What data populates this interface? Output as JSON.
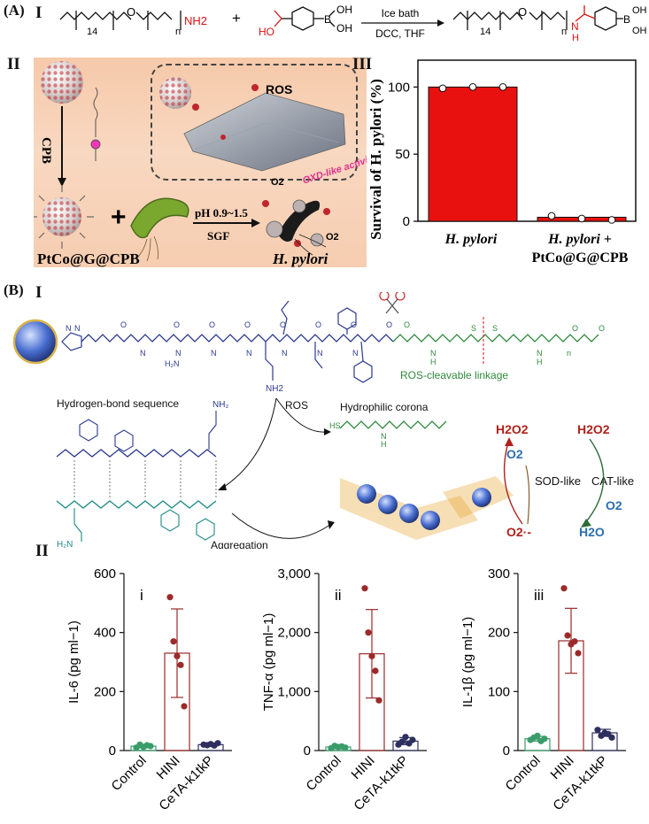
{
  "panelA": {
    "label": "(A)",
    "row1_roman": "I",
    "row2_roman_left": "II",
    "row2_roman_right": "III",
    "reaction": {
      "reactant1_sub14": "14",
      "reactant1_subn": "n",
      "reactant1_group": "NH2",
      "reactant2_ho": "HO",
      "reactant2_oh": "OH",
      "reactant2_b": "B",
      "reactant2_bottom_oh": "OH",
      "plus": "+",
      "conditions_top": "Ice bath",
      "conditions_bottom": "DCC, THF",
      "product_sub14": "14",
      "product_subn": "n",
      "product_n": "N",
      "product_h": "H",
      "product_b": "B",
      "product_oh1": "OH",
      "product_oh2": "OH"
    },
    "schematic": {
      "cpb": "CPB",
      "ros": "ROS",
      "ph": "pH 0.9~1.5",
      "sgf": "SGF",
      "oxd": "OXD-like activity",
      "o2a": "O2",
      "o2b": "O2",
      "product": "PtCo@G@CPB",
      "bacterium": "H. pylori",
      "plus": "+"
    },
    "survival_chart": {
      "ylabel": "Survival of H. pylori (%)",
      "yticks": [
        "0",
        "50",
        "100"
      ],
      "cat1": "H. pylori",
      "cat2_line1": "H. pylori +",
      "cat2_line2": "PtCo@G@CPB"
    }
  },
  "panelB": {
    "label": "(B)",
    "roman1": "I",
    "roman2": "II",
    "labels": {
      "hbond": "Hydrogen-bond sequence",
      "ros": "ROS",
      "corona": "Hydrophilic corona",
      "cleavable": "ROS-cleavable linkage",
      "aggregation": "Aggregation",
      "nh2": "NH2",
      "sod": "SOD-like",
      "cat": "CAT-like",
      "h2o2_left": "H2O2",
      "h2o2_right": "H2O2",
      "o2_left": "O2",
      "o2_right": "O2",
      "o2_radical": "O2·-",
      "h2o": "H2O"
    }
  },
  "colors": {
    "red_bar": "#e8110f",
    "control_green": "#3a9c6a",
    "hini_red": "#9b2a2a",
    "ceta_navy": "#2e2f5e",
    "peptide_blue": "#2b3a8c",
    "peptide_teal": "#1d8a86",
    "peg_green": "#2f8a3b",
    "sod_red": "#b0221d",
    "cat_blue": "#2a6fb0"
  },
  "chart_data": [
    {
      "type": "bar",
      "title": "",
      "ylabel": "Survival of H. pylori (%)",
      "categories": [
        "H. pylori",
        "H. pylori + PtCo@G@CPB"
      ],
      "values": [
        100,
        3
      ],
      "points": [
        [
          99,
          100,
          100
        ],
        [
          4,
          2,
          1
        ]
      ],
      "ylim": [
        0,
        120
      ]
    },
    {
      "type": "bar",
      "title": "i",
      "ylabel": "IL-6 (pg ml−1)",
      "categories": [
        "Control",
        "HINI",
        "CeTA-k1tkP"
      ],
      "values": [
        15,
        330,
        20
      ],
      "errors": [
        6,
        150,
        5
      ],
      "points": [
        [
          10,
          20,
          12,
          18,
          15
        ],
        [
          520,
          370,
          320,
          290,
          150
        ],
        [
          20,
          18,
          22,
          17,
          25
        ]
      ],
      "ylim": [
        0,
        600
      ],
      "yticks": [
        0,
        200,
        400,
        600
      ],
      "ytick_labels": [
        "0",
        "200",
        "400",
        "600"
      ]
    },
    {
      "type": "bar",
      "title": "ii",
      "ylabel": "TNF-α (pg ml−1)",
      "categories": [
        "Control",
        "HINI",
        "CeTA-k1tkP"
      ],
      "values": [
        60,
        1640,
        160
      ],
      "errors": [
        30,
        750,
        60
      ],
      "points": [
        [
          40,
          80,
          60,
          70,
          50
        ],
        [
          2750,
          2000,
          1600,
          1350,
          850
        ],
        [
          100,
          150,
          230,
          120,
          180
        ]
      ],
      "ylim": [
        0,
        3000
      ],
      "yticks": [
        0,
        1000,
        2000,
        3000
      ],
      "ytick_labels": [
        "0",
        "1,000",
        "2,000",
        "3,000"
      ]
    },
    {
      "type": "bar",
      "title": "iii",
      "ylabel": "IL-1β (pg ml−1)",
      "categories": [
        "Control",
        "HINI",
        "CeTA-k1tkP"
      ],
      "values": [
        20,
        186,
        30
      ],
      "errors": [
        4,
        55,
        6
      ],
      "points": [
        [
          18,
          22,
          25,
          16,
          20
        ],
        [
          275,
          195,
          180,
          185,
          165
        ],
        [
          35,
          25,
          30,
          28,
          22
        ]
      ],
      "ylim": [
        0,
        300
      ],
      "yticks": [
        0,
        100,
        200,
        300
      ],
      "ytick_labels": [
        "0",
        "100",
        "200",
        "300"
      ]
    }
  ]
}
